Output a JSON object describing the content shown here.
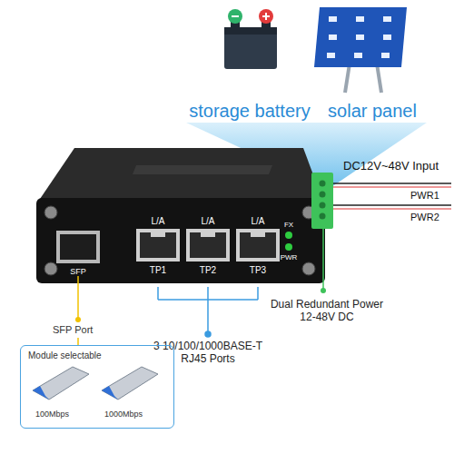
{
  "diagram": {
    "nodes": [
      {
        "text": [
          "Module selectable",
          "100Mbps",
          "1000Mbps"
        ]
      }
    ],
    "labels": [
      "storage battery",
      "solar panel",
      "DC12V~48V Input",
      "PWR1",
      "PWR2",
      "SFP",
      "L/A",
      "L/A",
      "L/A",
      "TP1",
      "TP2",
      "TP3",
      "FX",
      "PWR",
      "SFP Port",
      "3 10/100/1000BASE-T RJ45 Ports",
      "Dual Redundant Power 12-48V DC"
    ]
  }
}
